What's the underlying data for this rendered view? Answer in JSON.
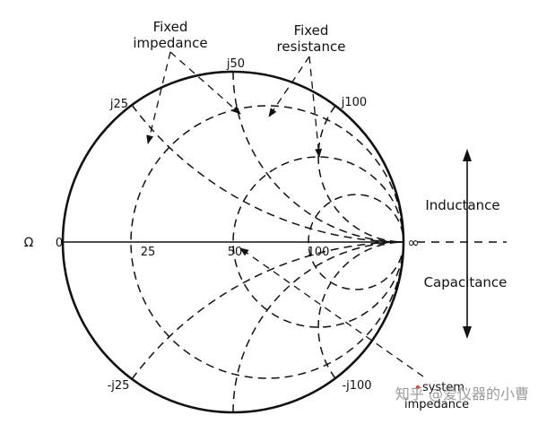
{
  "callouts": {
    "fixed_impedance_line1": "Fixed",
    "fixed_impedance_line2": "impedance",
    "fixed_resistance_line1": "Fixed",
    "fixed_resistance_line2": "resistance",
    "system_impedance_line1": "system",
    "system_impedance_line2": "impedance"
  },
  "resistance_axis": {
    "unit": "Ω",
    "labels": [
      "0",
      "25",
      "50",
      "100",
      "∞"
    ]
  },
  "reactance_labels": {
    "j25": "j25",
    "j50": "j50",
    "j100": "j100",
    "neg_j25": "-j25",
    "neg_j100": "-j100"
  },
  "side_labels": {
    "inductance": "Inductance",
    "capacitance": "Capacitance"
  },
  "watermark": "知乎 @爱仪器的小曹",
  "colors": {
    "stroke": "#111111",
    "system_dot": "#e23b3b",
    "watermark": "#8a8a8a"
  }
}
